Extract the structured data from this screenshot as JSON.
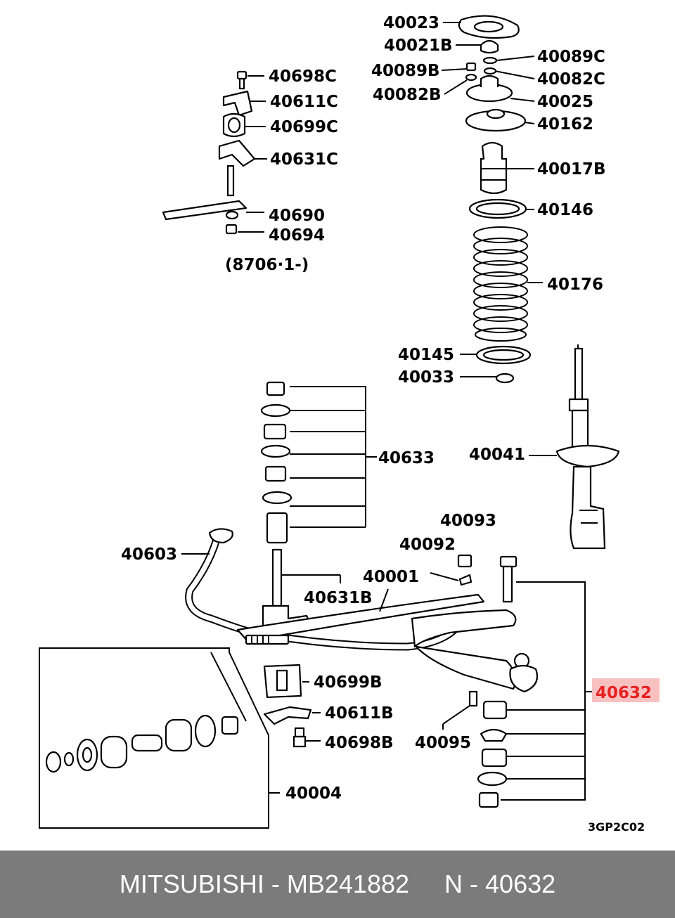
{
  "labels": {
    "p40023": "40023",
    "p40021B": "40021B",
    "p40089C": "40089C",
    "p40089B": "40089B",
    "p40082C": "40082C",
    "p40082B": "40082B",
    "p40025": "40025",
    "p40162": "40162",
    "p40017B": "40017B",
    "p40146": "40146",
    "p40176": "40176",
    "p40145": "40145",
    "p40033": "40033",
    "p40041": "40041",
    "p40698C": "40698C",
    "p40611C": "40611C",
    "p40699C": "40699C",
    "p40631C": "40631C",
    "p40690": "40690",
    "p40694": "40694",
    "date_code": "(8706·1-)",
    "p40633": "40633",
    "p40093": "40093",
    "p40092": "40092",
    "p40603": "40603",
    "p40001": "40001",
    "p40631B": "40631B",
    "p40699B": "40699B",
    "p40611B": "40611B",
    "p40698B": "40698B",
    "p40095": "40095",
    "p40632": "40632",
    "p40004": "40004",
    "diagram_code": "3GP2C02"
  },
  "highlight_color": "#e62222",
  "footer": {
    "brand": "MITSUBISHI",
    "sep1": " - ",
    "part_number": "MB241882",
    "gap": "     ",
    "ref_prefix": "N",
    "sep2": " - ",
    "ref_number": "40632"
  }
}
